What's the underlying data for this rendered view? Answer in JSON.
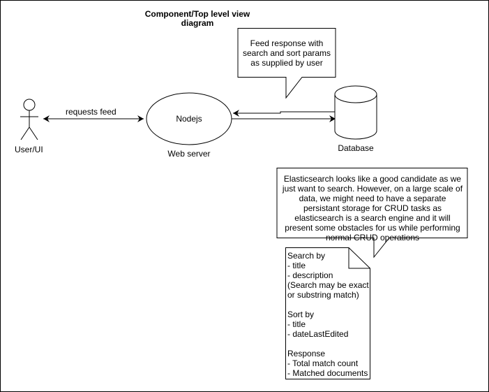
{
  "diagram": {
    "title_line1": "Component/Top level view",
    "title_line2": "diagram",
    "actor_label": "User/UI",
    "arrow_label": "requests feed",
    "server_node_label": "Nodejs",
    "server_caption": "Web server",
    "database_label": "Database",
    "callout_feed": "Feed response with search and sort params as supplied by user",
    "callout_elastic": "Elasticsearch looks like a good candidate as we just want to search. However, on a large scale of data, we might need to have a separate persistant storage for CRUD tasks as elasticsearch is a search engine and it will present some obstacles for us while performing normal CRUD operations",
    "note_lines": [
      "Search by",
      "- title",
      "- description",
      "(Search may be exact",
      "or substring match)",
      "",
      "Sort by",
      "- title",
      "- dateLastEdited",
      "",
      "Response",
      "- Total match count",
      "- Matched documents"
    ]
  }
}
